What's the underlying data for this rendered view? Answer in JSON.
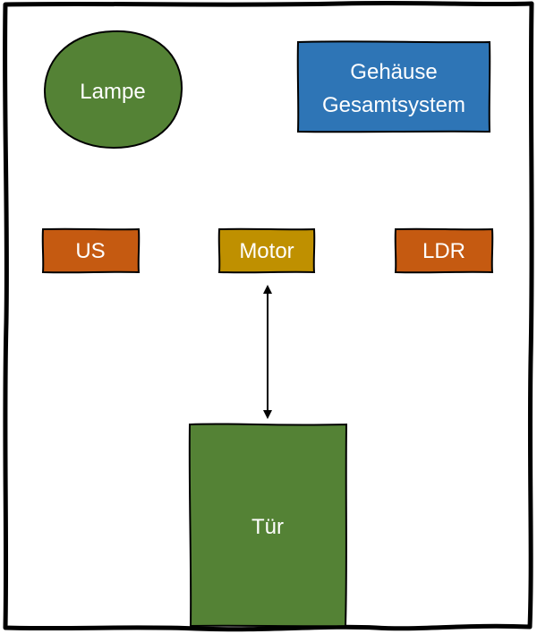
{
  "diagram": {
    "title": "",
    "frame": {
      "label": ""
    },
    "nodes": [
      {
        "id": "lampe",
        "label": "Lampe",
        "shape": "ellipse",
        "color": "#548235"
      },
      {
        "id": "gehaeuse",
        "label_lines": [
          "Gehäuse",
          "Gesamtsystem"
        ],
        "shape": "rect",
        "color": "#2E75B6"
      },
      {
        "id": "us",
        "label": "US",
        "shape": "rect",
        "color": "#C55A11"
      },
      {
        "id": "motor",
        "label": "Motor",
        "shape": "rect",
        "color": "#BF9000"
      },
      {
        "id": "ldr",
        "label": "LDR",
        "shape": "rect",
        "color": "#C55A11"
      },
      {
        "id": "tuer",
        "label": "Tür",
        "shape": "rect",
        "color": "#548235"
      }
    ],
    "edges": [
      {
        "from": "motor",
        "to": "tuer",
        "type": "double-arrow"
      }
    ],
    "colors": {
      "outline": "#000000",
      "text": "#ffffff",
      "background": "#ffffff"
    }
  }
}
